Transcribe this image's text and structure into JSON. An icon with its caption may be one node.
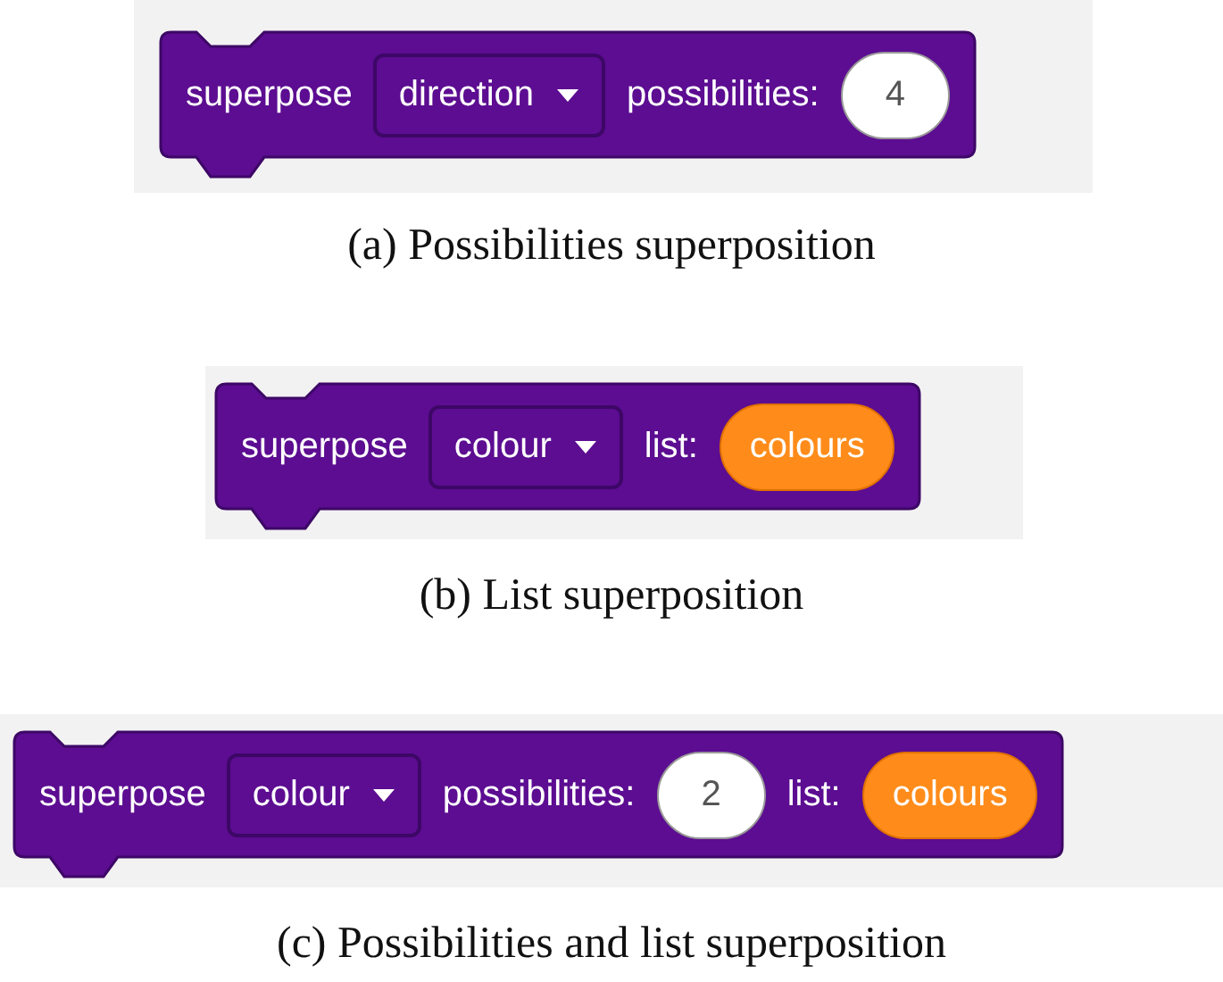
{
  "diagram": {
    "nodes": [
      {
        "text": [
          "superpose",
          "possibilities:"
        ]
      },
      {
        "text": [
          "direction"
        ],
        "in": 0
      },
      {
        "text": [
          "4"
        ],
        "in": 0
      },
      {
        "text": [
          "superpose",
          "list:"
        ]
      },
      {
        "text": [
          "colour"
        ],
        "in": 3
      },
      {
        "text": [
          "colours"
        ],
        "in": 3
      },
      {
        "text": [
          "superpose",
          "possibilities:",
          "list:"
        ]
      },
      {
        "text": [
          "colour"
        ],
        "in": 6
      },
      {
        "text": [
          "2"
        ],
        "in": 6
      },
      {
        "text": [
          "colours"
        ],
        "in": 6
      }
    ],
    "labels": [
      "(a) Possibilities superposition",
      "(b) List superposition",
      "(c) Possibilities and list superposition"
    ]
  }
}
